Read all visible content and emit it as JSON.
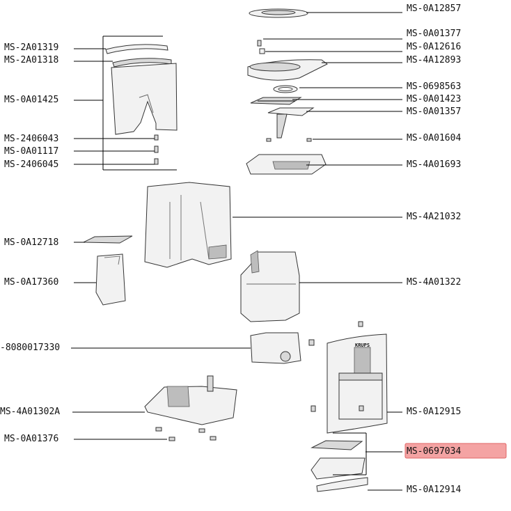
{
  "diagram": {
    "highlight_color": "#f4a3a3",
    "labels": {
      "ms_0a12857": "MS-0A12857",
      "ms_0a01377": "MS-0A01377",
      "ms_0a12616": "MS-0A12616",
      "ms_4a12893": "MS-4A12893",
      "ms_0698563": "MS-0698563",
      "ms_0a01423": "MS-0A01423",
      "ms_0a01357": "MS-0A01357",
      "ms_0a01604": "MS-0A01604",
      "ms_4a01693": "MS-4A01693",
      "ms_4a21032": "MS-4A21032",
      "ms_4a01322": "MS-4A01322",
      "ms_0a12915": "MS-0A12915",
      "ms_0697034": "MS-0697034",
      "ms_0a12914": "MS-0A12914",
      "ms_2a01319": "MS-2A01319",
      "ms_2a01318": "MS-2A01318",
      "ms_0a01425": "MS-0A01425",
      "ms_2406043": "MS-2406043",
      "ms_0a01117": "MS-0A01117",
      "ms_2406045": "MS-2406045",
      "ms_0a12718": "MS-0A12718",
      "ms_0a17360": "MS-0A17360",
      "ms_8080017330": "-8080017330",
      "ms_4a01302a": "MS-4A01302A",
      "ms_0a01376": "MS-0A01376"
    },
    "brand_text": "KRUPS"
  }
}
